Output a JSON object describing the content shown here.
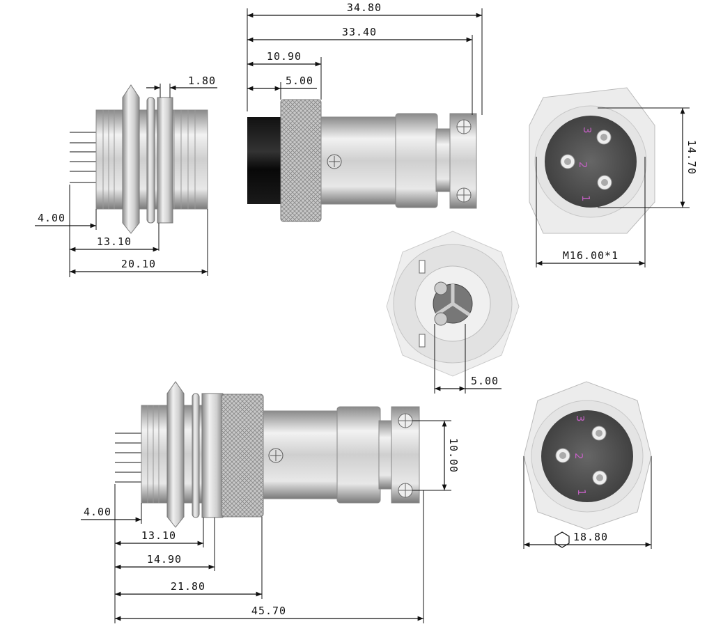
{
  "dimensions": {
    "top_overall_1": "34.80",
    "top_overall_2": "33.40",
    "top_knurl_offset": "10.90",
    "top_plug_offset": "5.00",
    "socket_flange": "1.80",
    "socket_pins": "4.00",
    "socket_thread": "13.10",
    "socket_total": "20.10",
    "front_thread": "M16.00*1",
    "front_height": "14.70",
    "rear_pin_spacing": "5.00",
    "bottom_clamp": "10.00",
    "bottom_pins": "4.00",
    "bottom_thread": "13.10",
    "bottom_nut": "14.90",
    "bottom_knurl": "21.80",
    "bottom_total": "45.70",
    "hex_size": "18.80"
  },
  "pins": {
    "top": [
      "3",
      "2",
      "1"
    ],
    "bottom": [
      "3",
      "2",
      "1"
    ]
  },
  "icons": {
    "hex": "hexagon-icon"
  },
  "colors": {
    "pin_label": "#c060c0",
    "body": "#b9b9b9",
    "face": "#555555"
  }
}
